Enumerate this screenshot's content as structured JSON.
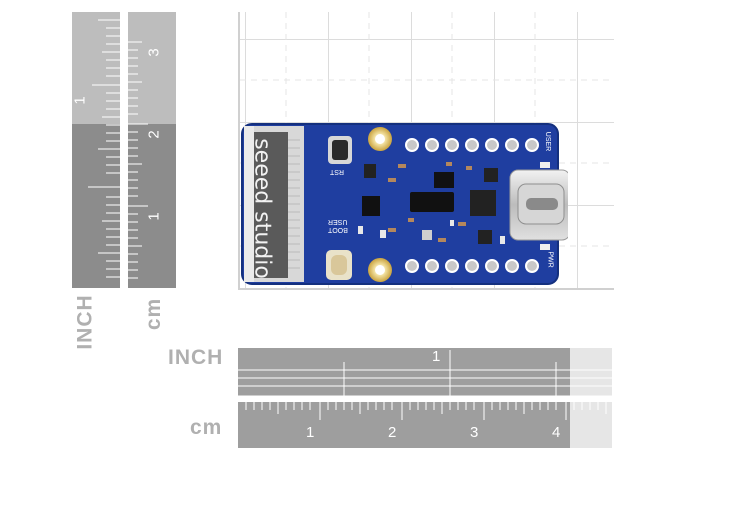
{
  "vertical_rulers": {
    "inch_label": "INCH",
    "cm_label": "cm",
    "inch_numbers": [
      "1"
    ],
    "cm_numbers": [
      "3",
      "2",
      "1"
    ]
  },
  "horizontal_rulers": {
    "inch_label": "INCH",
    "cm_label": "cm",
    "inch_numbers": [
      "1"
    ],
    "cm_numbers": [
      "1",
      "2",
      "3",
      "4"
    ]
  },
  "board": {
    "silkscreen_brand": "seeed studio",
    "labels": {
      "rst": "RST",
      "boot": "BOOT",
      "user_top": "USER",
      "user_bottom": "USER",
      "pwr": "PWR"
    }
  }
}
